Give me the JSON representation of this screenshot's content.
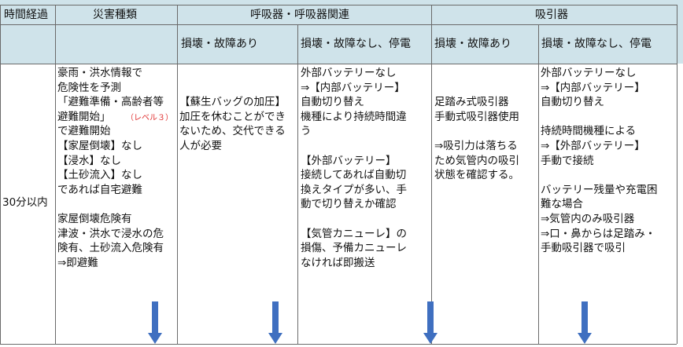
{
  "headers": {
    "time": "時間経過",
    "disaster": "災害種類",
    "respiratory": "呼吸器・呼吸器関連",
    "suction": "吸引器",
    "resp_damaged": "損壊・故障あり",
    "resp_undamaged": "損壊・故障なし、停電",
    "suction_damaged": "損壊・故障あり",
    "suction_undamaged": "損壊・故障なし、停電"
  },
  "row": {
    "time": "30分以内",
    "disaster": {
      "lines_a": [
        "豪雨・洪水情報で",
        "危険性を予測",
        "「避難準備・高齢者等",
        "避難開始」"
      ],
      "level_note": "（レベル３）",
      "lines_b": [
        "で避難開始",
        "【家屋倒壊】なし",
        "【浸水】なし",
        "【土砂流入】なし",
        "であれば自宅避難",
        "",
        "家屋倒壊危険有",
        "津波・洪水で浸水の危",
        "険有、土砂流入危険有",
        "⇒即避難"
      ]
    },
    "resp_damaged": [
      "",
      "",
      "【蘇生バッグの加圧】",
      "加圧を休むことができ",
      "ないため、交代できる",
      "人が必要"
    ],
    "resp_undamaged": [
      "外部バッテリーなし",
      "⇒【内部バッテリー】",
      "自動切り替え",
      "機種により持続時間違",
      "う",
      "",
      "【外部バッテリー】",
      "接続してあれば自動切",
      "換えタイプが多い、手",
      "動で切り替えか確認",
      "",
      "【気管カニューレ】の",
      "損傷、予備カニューレ",
      "なければ即搬送"
    ],
    "suction_damaged": [
      "",
      "",
      "足踏み式吸引器",
      "手動式吸引器使用",
      "",
      "⇒吸引力は落ちる",
      "ため気管内の吸引",
      "状態を確認する。"
    ],
    "suction_undamaged": [
      "外部バッテリーなし",
      "⇒【内部バッテリー】",
      "自動切り替え",
      "",
      "持続時間機種による",
      "⇒【外部バッテリー】",
      "手動で接続",
      "",
      "バッテリー残量や充電困",
      "難な場合",
      "⇒気管内のみ吸引器",
      "⇒口・鼻からは足踏み・",
      "手動吸引器で吸引"
    ]
  },
  "colors": {
    "header_bg": "#cfe3ea",
    "arrow": "#3f6fc0",
    "note_red": "#e03030"
  },
  "icons": [
    "down-arrow-icon"
  ]
}
